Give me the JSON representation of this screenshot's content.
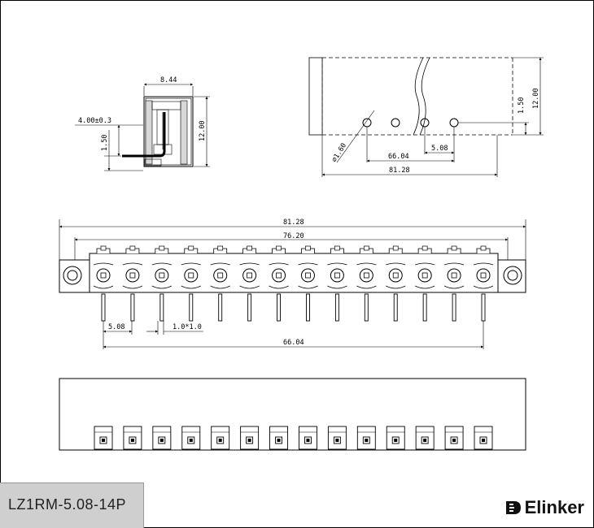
{
  "diagram": {
    "side_view": {
      "dim_width": "8.44",
      "dim_pin_offset": "4.00±0.3",
      "dim_pin_height": "1.50",
      "dim_height": "12.00"
    },
    "pcb_layout": {
      "dim_hole_dia": "⌀1.60",
      "dim_pin_span": "66.04",
      "dim_pitch": "5.08",
      "dim_total": "81.28",
      "dim_edge_height": "1.50",
      "dim_height": "12.00"
    },
    "front_view": {
      "dim_total": "81.28",
      "dim_inner": "76.20",
      "dim_pitch": "5.08",
      "dim_pin_size": "1.0*1.0",
      "dim_pin_span": "66.04",
      "pin_count": 14
    },
    "bottom_view": {
      "slot_count": 14
    }
  },
  "footer": {
    "part_number": "LZ1RM-5.08-14P",
    "brand": "Elinker"
  }
}
